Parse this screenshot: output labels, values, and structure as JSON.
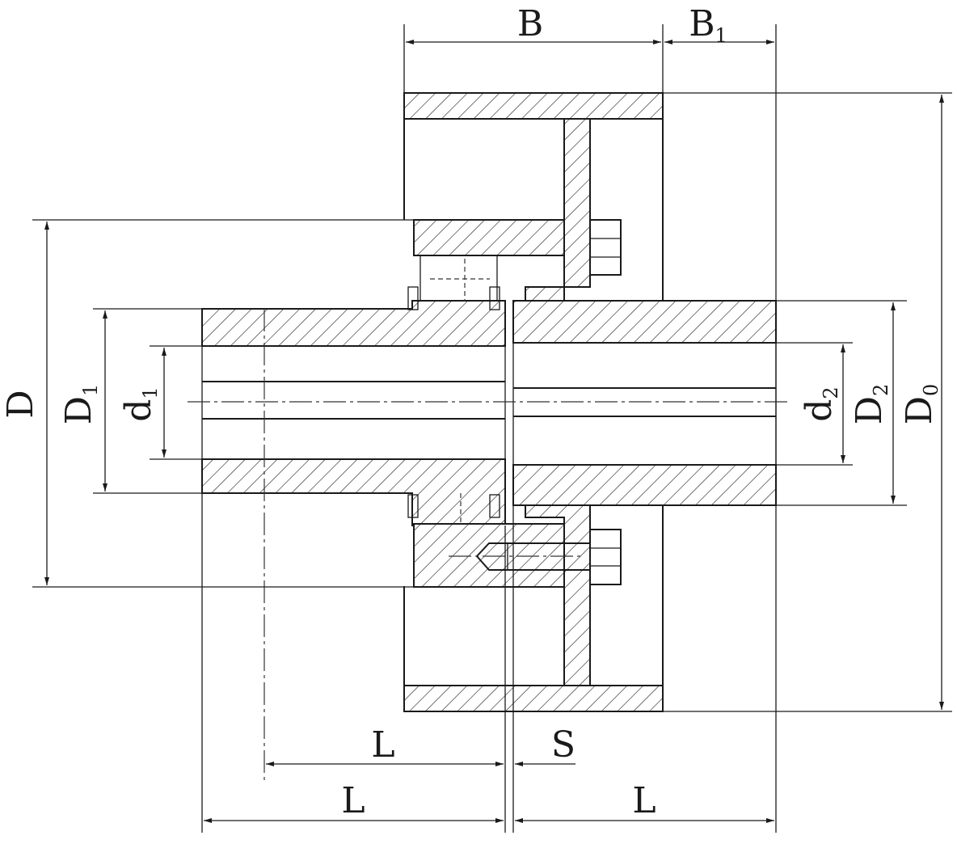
{
  "labels": {
    "B": "B",
    "B1_base": "B",
    "B1_sub": "1",
    "D": "D",
    "D1_base": "D",
    "D1_sub": "1",
    "d1_base": "d",
    "d1_sub": "1",
    "d2_base": "d",
    "d2_sub": "2",
    "D2_base": "D",
    "D2_sub": "2",
    "D0_base": "D",
    "D0_sub": "0",
    "L_upper": "L",
    "S": "S",
    "L_left": "L",
    "L_right": "L"
  },
  "colors": {
    "line": "#1a1a1a",
    "background": "#ffffff"
  }
}
